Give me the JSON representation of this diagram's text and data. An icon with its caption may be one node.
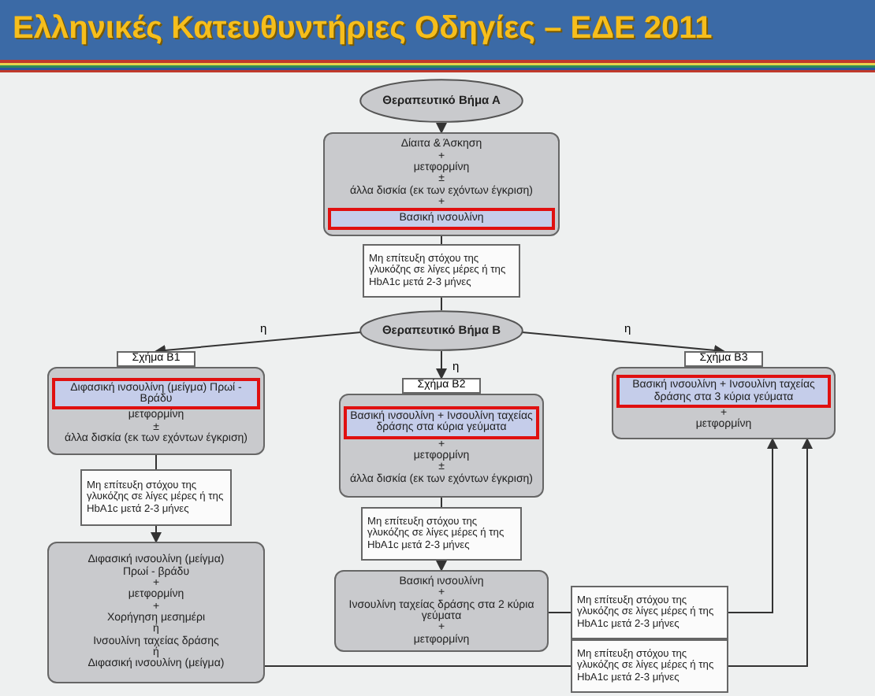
{
  "diagram": {
    "title": "Ελληνικές Κατευθυντήριες Οδηγίες – ΕΔΕ 2011",
    "nodes": [
      {
        "text": [
          "Θεραπευτικό Βήμα Α"
        ]
      },
      {
        "text": [
          "Δίαιτα & Άσκηση",
          "+",
          "μετφορμίνη",
          "±",
          "άλλα δισκία (εκ των εχόντων έγκριση)",
          "+",
          "Βασική ινσουλίνη"
        ]
      },
      {
        "text": [
          "Μη επίτευξη στόχου της γλυκόζης σε λίγες μέρες ή της HbA1c μετά 2-3 μήνες"
        ]
      },
      {
        "text": [
          "Θεραπευτικό Βήμα Β"
        ]
      },
      {
        "text": [
          "Διφασική ινσουλίνη (μείγμα) Πρωί - Βράδυ",
          "μετφορμίνη",
          "±",
          "άλλα δισκία (εκ των εχόντων έγκριση)"
        ],
        "beside": [
          "Σχήμα Β1"
        ]
      },
      {
        "text": [
          "Βασική ινσουλίνη + Ινσουλίνη ταχείας δράσης στα κύρια γεύματα",
          "+",
          "μετφορμίνη",
          "±",
          "άλλα δισκία (εκ των εχόντων έγκριση)"
        ],
        "beside": [
          "Σχήμα Β2"
        ]
      },
      {
        "text": [
          "Βασική ινσουλίνη + Ινσουλίνη ταχείας δράσης στα 3 κύρια γεύματα",
          "+",
          "μετφορμίνη"
        ],
        "beside": [
          "Σχήμα Β3"
        ]
      },
      {
        "text": [
          "Μη επίτευξη στόχου της γλυκόζης σε λίγες μέρες ή της HbA1c μετά 2-3 μήνες"
        ]
      },
      {
        "text": [
          "Διφασική ινσουλίνη (μείγμα)",
          "Πρωί - βράδυ",
          "+",
          "μετφορμίνη",
          "+",
          "Χορήγηση μεσημέρι",
          "ή",
          "Ινσουλίνη ταχείας δράσης",
          "ή",
          "Διφασική ινσουλίνη (μείγμα)"
        ]
      },
      {
        "text": [
          "Μη επίτευξη στόχου της γλυκόζης σε λίγες μέρες ή της HbA1c μετά 2-3 μήνες"
        ]
      },
      {
        "text": [
          "Βασική ινσουλίνη",
          "+",
          "Ινσουλίνη ταχείας δράσης στα 2 κύρια γεύματα",
          "+",
          "μετφορμίνη"
        ]
      },
      {
        "text": [
          "Μη επίτευξη στόχου της γλυκόζης σε λίγες μέρες ή της HbA1c μετά 2-3 μήνες"
        ]
      },
      {
        "text": [
          "Μη επίτευξη στόχου της γλυκόζης σε λίγες μέρες ή της HbA1c μετά 2-3 μήνες"
        ]
      }
    ],
    "edges": [
      {
        "from": 0,
        "to": 1,
        "arrow": "to"
      },
      {
        "from": 1,
        "to": 2,
        "arrow": "none"
      },
      {
        "from": 2,
        "to": 3,
        "arrow": "none"
      },
      {
        "from": 3,
        "to": 4,
        "arrow": "to",
        "label": "η"
      },
      {
        "from": 3,
        "to": 5,
        "arrow": "to",
        "label": "η"
      },
      {
        "from": 3,
        "to": 6,
        "arrow": "to",
        "label": "η"
      },
      {
        "from": 4,
        "to": 7,
        "arrow": "none"
      },
      {
        "from": 7,
        "to": 8,
        "arrow": "to"
      },
      {
        "from": 5,
        "to": 9,
        "arrow": "none"
      },
      {
        "from": 9,
        "to": 10,
        "arrow": "to"
      },
      {
        "from": 10,
        "to": 11,
        "arrow": "none"
      },
      {
        "from": 11,
        "to": 6,
        "arrow": "to"
      },
      {
        "from": 8,
        "to": 12,
        "arrow": "none"
      },
      {
        "from": 12,
        "to": 6,
        "arrow": "to"
      }
    ]
  }
}
